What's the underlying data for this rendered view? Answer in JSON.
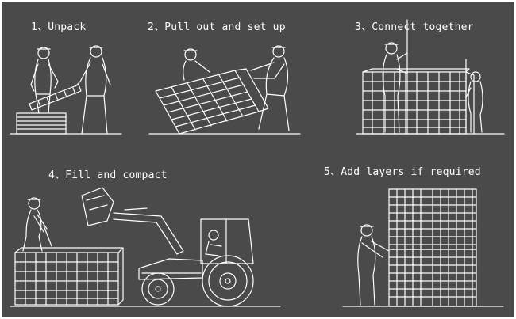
{
  "colors": {
    "background": "#4a4a4a",
    "line": "#ffffff"
  },
  "steps": [
    {
      "label": "1、Unpack"
    },
    {
      "label": "2、Pull out and set up"
    },
    {
      "label": "3、Connect together"
    },
    {
      "label": "4、Fill and compact"
    },
    {
      "label": "5、Add layers if required"
    }
  ]
}
